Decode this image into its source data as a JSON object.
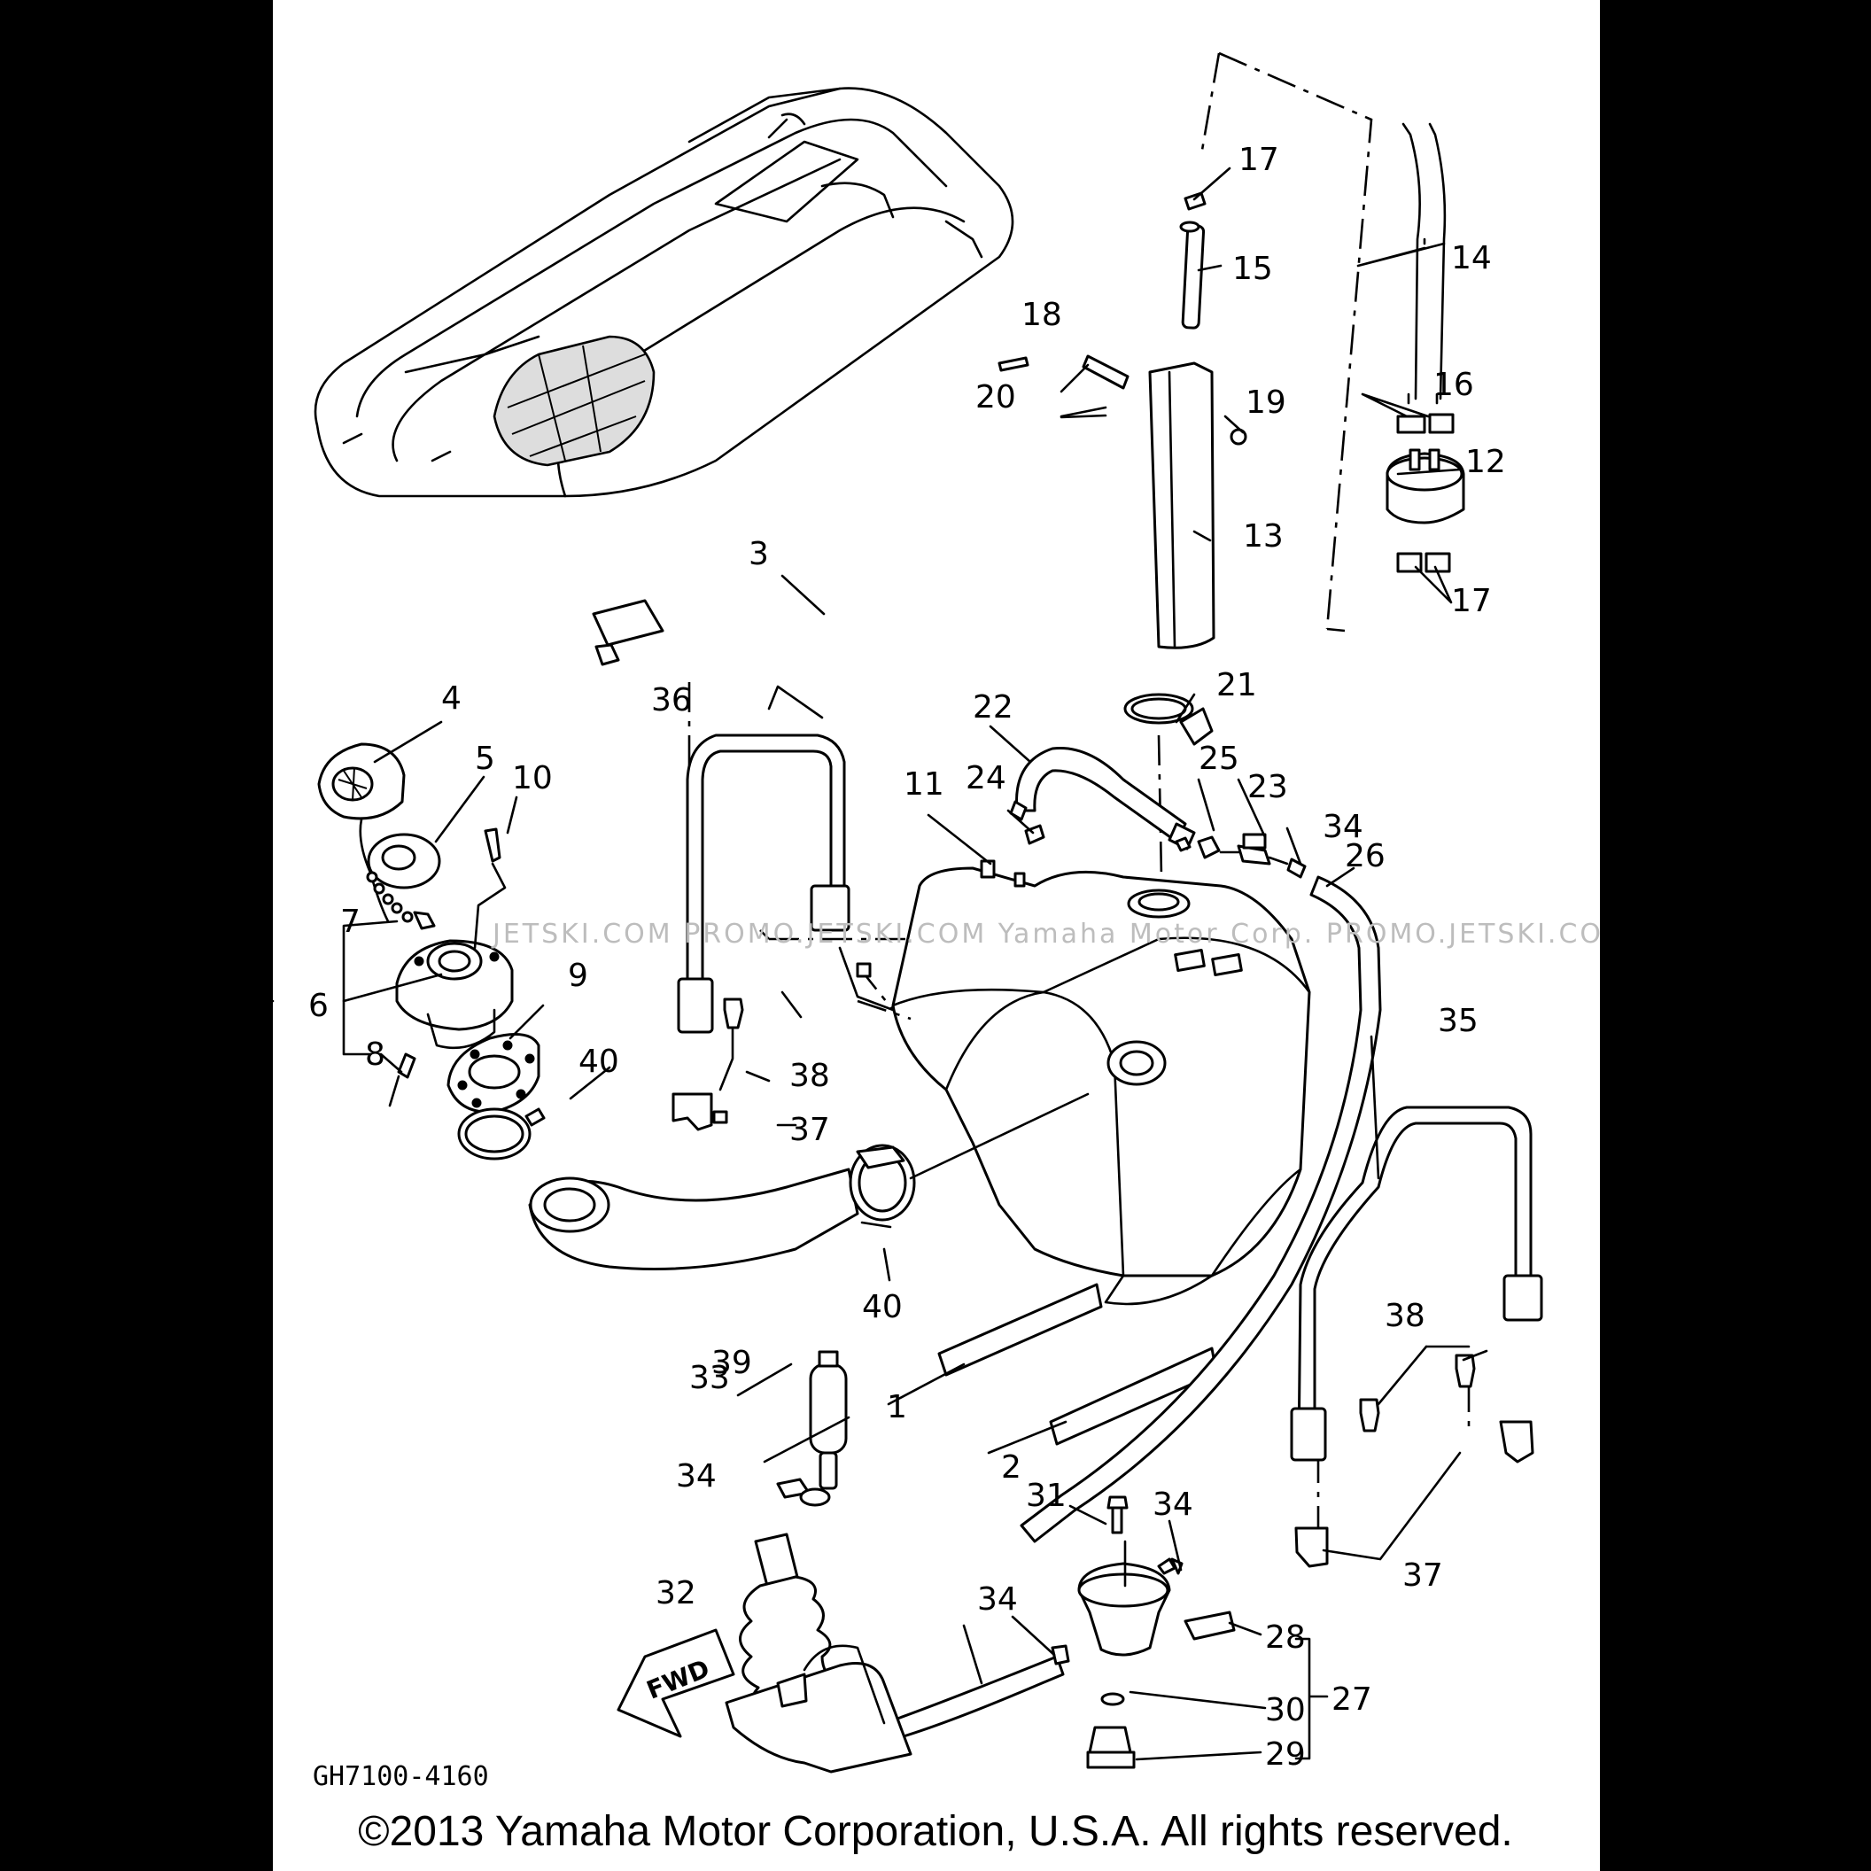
{
  "diagram": {
    "drawing_code": "GH7100-4160",
    "fwd_label": "FWD",
    "watermark": "JETSKI.COM  PROMO.JETSKI.COM  Yamaha Motor Corp. PROMO.JETSKI.COM",
    "callouts": [
      {
        "id": "1",
        "label": "1"
      },
      {
        "id": "2",
        "label": "2"
      },
      {
        "id": "3",
        "label": "3"
      },
      {
        "id": "4",
        "label": "4"
      },
      {
        "id": "5",
        "label": "5"
      },
      {
        "id": "6",
        "label": "6"
      },
      {
        "id": "7",
        "label": "7"
      },
      {
        "id": "8",
        "label": "8"
      },
      {
        "id": "9",
        "label": "9"
      },
      {
        "id": "10",
        "label": "10"
      },
      {
        "id": "11",
        "label": "11"
      },
      {
        "id": "12",
        "label": "12"
      },
      {
        "id": "13",
        "label": "13"
      },
      {
        "id": "14",
        "label": "14"
      },
      {
        "id": "15",
        "label": "15"
      },
      {
        "id": "16",
        "label": "16"
      },
      {
        "id": "17a",
        "label": "17"
      },
      {
        "id": "17b",
        "label": "17"
      },
      {
        "id": "18",
        "label": "18"
      },
      {
        "id": "19",
        "label": "19"
      },
      {
        "id": "20",
        "label": "20"
      },
      {
        "id": "21",
        "label": "21"
      },
      {
        "id": "22",
        "label": "22"
      },
      {
        "id": "23",
        "label": "23"
      },
      {
        "id": "24",
        "label": "24"
      },
      {
        "id": "25",
        "label": "25"
      },
      {
        "id": "26",
        "label": "26"
      },
      {
        "id": "27",
        "label": "27"
      },
      {
        "id": "28",
        "label": "28"
      },
      {
        "id": "29",
        "label": "29"
      },
      {
        "id": "30",
        "label": "30"
      },
      {
        "id": "31",
        "label": "31"
      },
      {
        "id": "32",
        "label": "32"
      },
      {
        "id": "33",
        "label": "33"
      },
      {
        "id": "34a",
        "label": "34"
      },
      {
        "id": "34b",
        "label": "34"
      },
      {
        "id": "34c",
        "label": "34"
      },
      {
        "id": "34d",
        "label": "34"
      },
      {
        "id": "35",
        "label": "35"
      },
      {
        "id": "36",
        "label": "36"
      },
      {
        "id": "37a",
        "label": "37"
      },
      {
        "id": "37b",
        "label": "37"
      },
      {
        "id": "38a",
        "label": "38"
      },
      {
        "id": "38b",
        "label": "38"
      },
      {
        "id": "39",
        "label": "39"
      },
      {
        "id": "40a",
        "label": "40"
      },
      {
        "id": "40b",
        "label": "40"
      }
    ]
  },
  "footer": {
    "copyright": "©2013 Yamaha Motor Corporation, U.S.A. All rights reserved."
  }
}
